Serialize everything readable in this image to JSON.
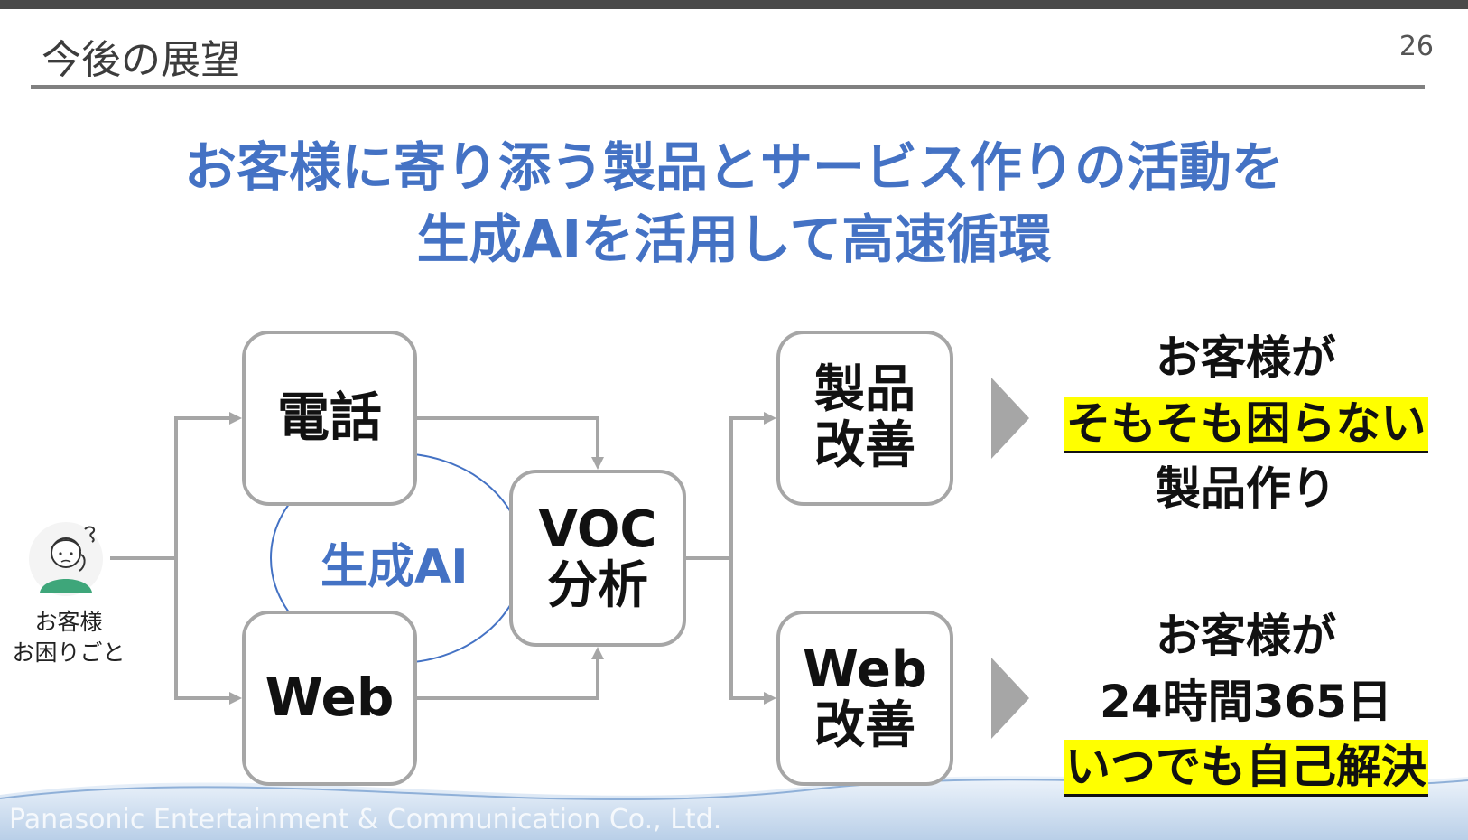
{
  "header": {
    "title": "今後の展望",
    "page_number": "26"
  },
  "headline": {
    "line1": "お客様に寄り添う製品とサービス作りの活動を",
    "line2": "生成AIを活用して高速循環"
  },
  "customer": {
    "label_line1": "お客様",
    "label_line2": "お困りごと",
    "icon": "worried-customer-icon"
  },
  "channels": {
    "phone": "電話",
    "web": "Web"
  },
  "ai_label": "生成AI",
  "analysis": {
    "line1": "VOC",
    "line2": "分析"
  },
  "improvements": {
    "product": {
      "line1": "製品",
      "line2": "改善"
    },
    "web": {
      "line1": "Web",
      "line2": "改善"
    }
  },
  "outcomes": {
    "product": {
      "line1": "お客様が",
      "highlight": "そもそも困らない",
      "line3": "製品作り"
    },
    "web": {
      "line1": "お客様が",
      "line2": "24時間365日",
      "highlight": "いつでも自己解決"
    }
  },
  "colors": {
    "accent": "#4472c4",
    "highlight": "#ffff00",
    "box_border": "#a6a6a6",
    "connector": "#a6a6a6"
  },
  "footer": "Panasonic Entertainment & Communication Co., Ltd."
}
